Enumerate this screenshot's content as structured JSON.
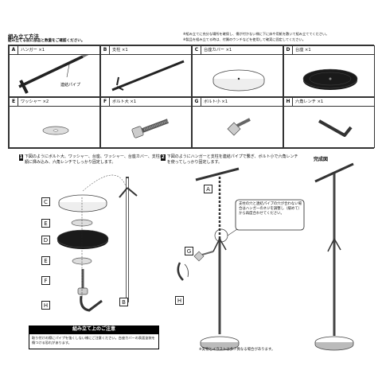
{
  "header": {
    "title": "組み立て方法",
    "subtitle": "組み立てる前に部品と数量をご確認ください。",
    "note1": "※組み立てに充分な場所を確保し、傷が付かない様に下に床や用紙を敷いて組み立ててください。",
    "note2": "※製品を組み立てる時は、付属のウンチなどを使用して確実に固定してください。"
  },
  "parts": [
    {
      "letter": "A",
      "label": "ハンガー ×1",
      "callout": "連結パイプ"
    },
    {
      "letter": "B",
      "label": "支柱 ×1"
    },
    {
      "letter": "C",
      "label": "台座カバー ×1"
    },
    {
      "letter": "D",
      "label": "台座 ×1"
    },
    {
      "letter": "E",
      "label": "ワッシャー ×2"
    },
    {
      "letter": "F",
      "label": "ボルト大 ×1"
    },
    {
      "letter": "G",
      "label": "ボルト小 ×1"
    },
    {
      "letter": "H",
      "label": "六角レンチ ×1"
    }
  ],
  "steps": [
    {
      "number": "1",
      "text": "下図のようにボルト大、ワッシャー、台座、ワッシャー、台座カバー、支柱の順に挿み込み、六角レンチでしっかり固定します。"
    },
    {
      "number": "2",
      "text": "下図のようにハンガーと支柱を連結パイプで繋ぎ、ボルト小で六角レンチを使ってしっかり固定します。"
    }
  ],
  "step2_callout": "支柱の穴と連結パイプの穴が合わない場合はハンガーのネジを調整し（緩めて）から再度合わせてください。",
  "complete_label": "完成図",
  "caution": {
    "heading": "組み立て上のご注意",
    "text": "取り付けの際にパイプを強くしない様にご注意ください。台座カバーの表面塗装を傷つける恐れがあります。"
  },
  "footer_note": "※実物とイラストは多少異なる場合があります。",
  "diagram_letters": {
    "step1": [
      "C",
      "E",
      "D",
      "E",
      "F",
      "H",
      "B"
    ],
    "step2": [
      "A",
      "G",
      "H"
    ]
  }
}
